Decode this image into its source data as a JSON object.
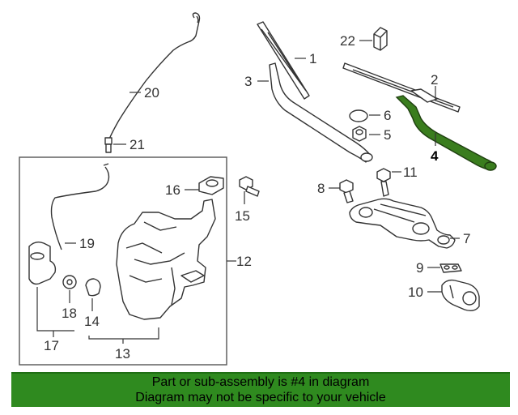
{
  "diagram": {
    "callouts": {
      "c1": "1",
      "c2": "2",
      "c3": "3",
      "c4": "4",
      "c5": "5",
      "c6": "6",
      "c7": "7",
      "c8": "8",
      "c9": "9",
      "c10": "10",
      "c11": "11",
      "c12": "12",
      "c13": "13",
      "c14": "14",
      "c15": "15",
      "c16": "16",
      "c17": "17",
      "c18": "18",
      "c19": "19",
      "c20": "20",
      "c21": "21",
      "c22": "22"
    },
    "highlight_color": "#3a7d1e",
    "highlighted_part": "4"
  },
  "banner": {
    "line1": "Part or sub-assembly is #4 in diagram",
    "line2": "Diagram may not be specific to your vehicle",
    "color": "#2f8a1f"
  }
}
